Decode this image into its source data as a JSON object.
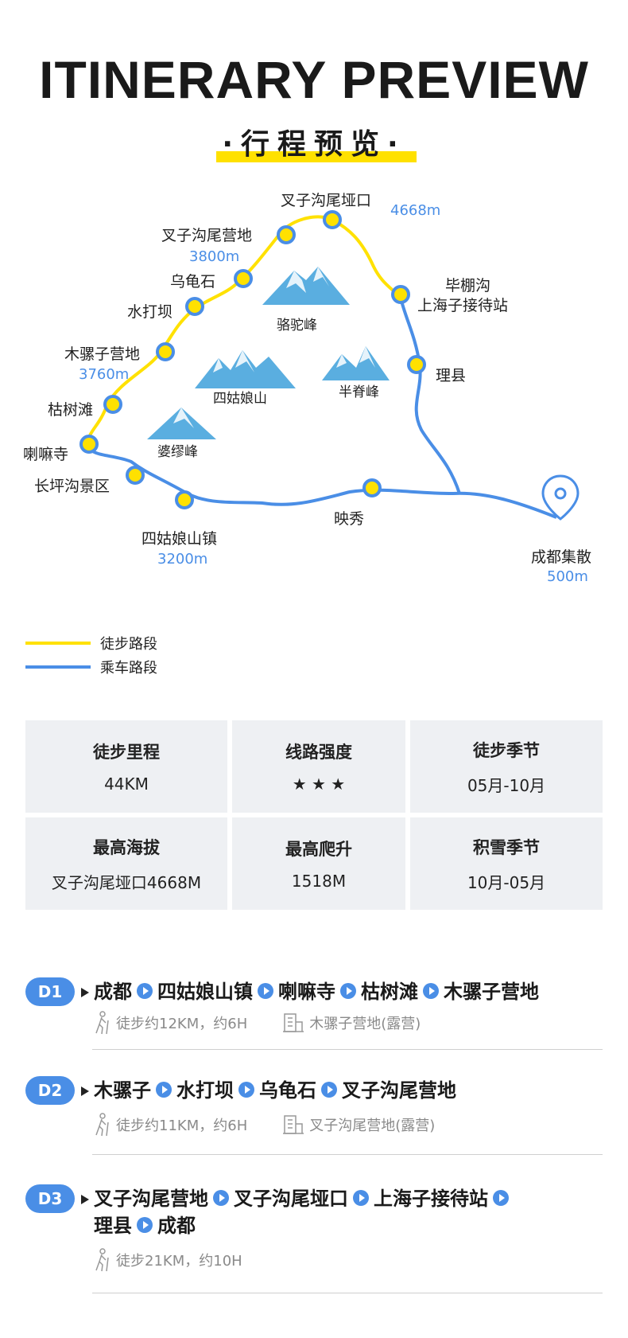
{
  "header": {
    "title": "ITINERARY PREVIEW",
    "subtitle": "·行程预览·"
  },
  "colors": {
    "hike": "#ffe100",
    "drive": "#4a8ee6",
    "point_fill": "#ffe100",
    "point_stroke": "#4a8ee6",
    "mountain": "#5aaee0"
  },
  "map": {
    "stops": [
      {
        "name": "叉子沟尾垭口",
        "elev": "4668m"
      },
      {
        "name": "叉子沟尾营地",
        "elev": "3800m"
      },
      {
        "name": "乌龟石",
        "elev": ""
      },
      {
        "name": "水打坝",
        "elev": ""
      },
      {
        "name": "木骡子营地",
        "elev": "3760m"
      },
      {
        "name": "枯树滩",
        "elev": ""
      },
      {
        "name": "喇嘛寺",
        "elev": ""
      },
      {
        "name": "长坪沟景区",
        "elev": ""
      },
      {
        "name": "四姑娘山镇",
        "elev": "3200m"
      },
      {
        "name": "映秀",
        "elev": ""
      },
      {
        "name": "毕棚沟",
        "elev": ""
      },
      {
        "name": "上海子接待站",
        "elev": ""
      },
      {
        "name": "理县",
        "elev": ""
      },
      {
        "name": "成都集散",
        "elev": "500m"
      }
    ],
    "peaks": [
      "骆驼峰",
      "四姑娘山",
      "半脊峰",
      "婆缪峰"
    ]
  },
  "legend": {
    "hike": "徒步路段",
    "drive": "乘车路段"
  },
  "stats": [
    {
      "label": "徒步里程",
      "value": "44KM"
    },
    {
      "label": "线路强度",
      "value": "★ ★ ★"
    },
    {
      "label": "徒步季节",
      "value": "05月-10月"
    },
    {
      "label": "最高海拔",
      "value": "叉子沟尾垭口4668M"
    },
    {
      "label": "最高爬升",
      "value": "1518M"
    },
    {
      "label": "积雪季节",
      "value": "10月-05月"
    }
  ],
  "days": [
    {
      "badge": "D1",
      "route": [
        "成都",
        "四姑娘山镇",
        "喇嘛寺",
        "枯树滩",
        "木骡子营地"
      ],
      "hike": "徒步约12KM，约6H",
      "stay": "木骡子营地(露营)"
    },
    {
      "badge": "D2",
      "route": [
        "木骡子",
        "水打坝",
        "乌龟石",
        "叉子沟尾营地"
      ],
      "hike": "徒步约11KM，约6H",
      "stay": "叉子沟尾营地(露营)"
    },
    {
      "badge": "D3",
      "route_line1": [
        "叉子沟尾营地",
        "叉子沟尾垭口",
        "上海子接待站"
      ],
      "route_line2": [
        "理县",
        "成都"
      ],
      "hike": "徒步21KM，约10H"
    }
  ]
}
